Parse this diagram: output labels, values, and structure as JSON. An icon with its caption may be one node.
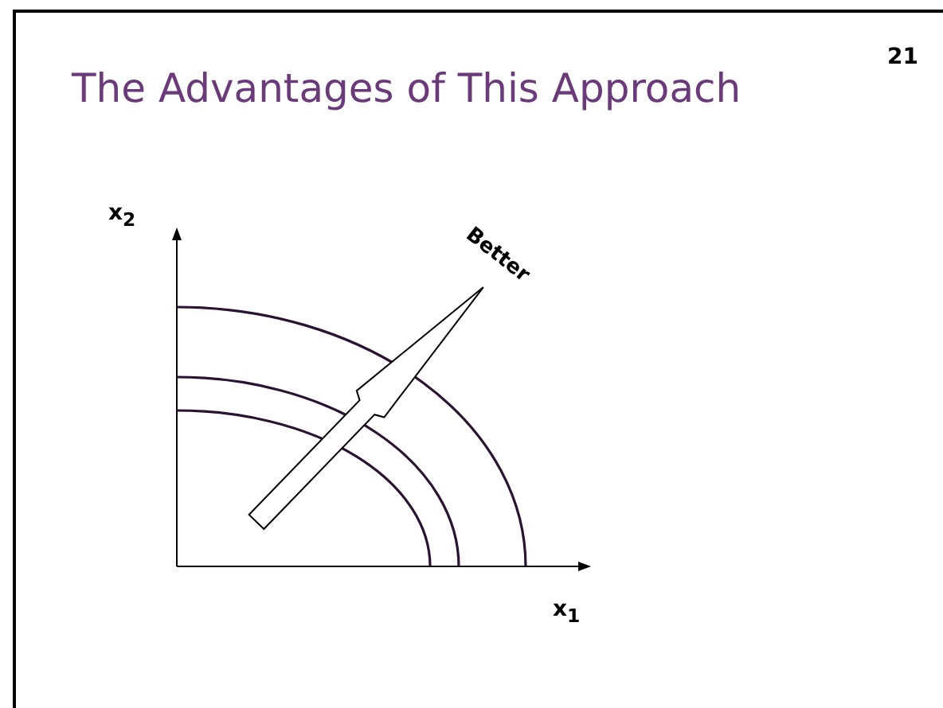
{
  "diagram": {
    "title": "The Advantages of This Approach",
    "labels": [
      "21",
      "x$_{2}$",
      "Better",
      "x$_{1}$"
    ]
  }
}
